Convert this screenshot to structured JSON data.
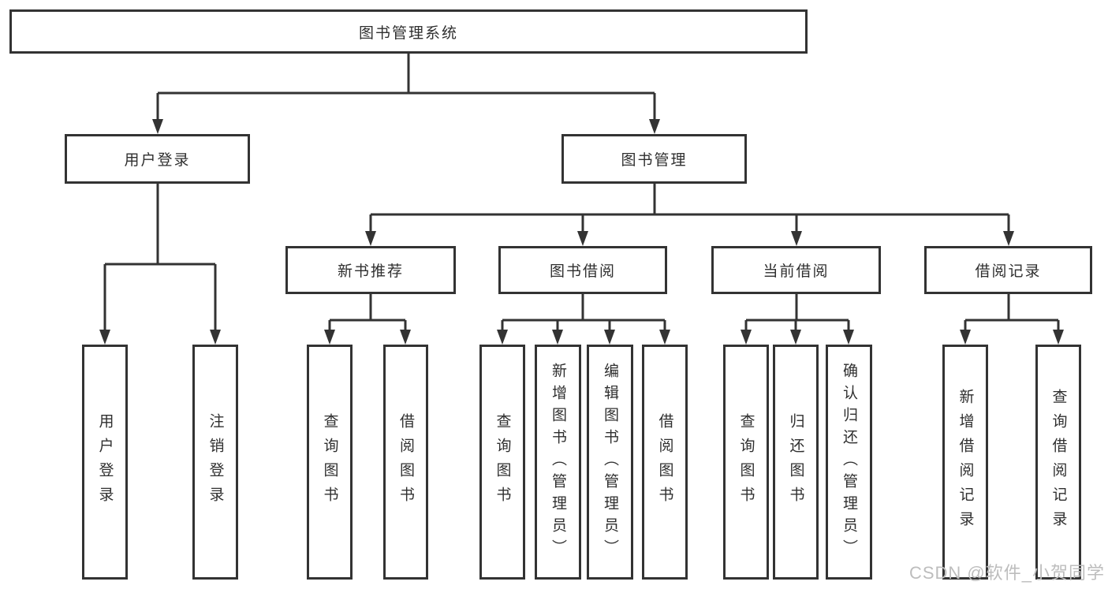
{
  "diagram": {
    "root_label": "图书管理系统",
    "level2": {
      "user_login": "用户登录",
      "book_management": "图书管理"
    },
    "level3": {
      "new_book": "新书推荐",
      "book_borrow": "图书借阅",
      "current_borrow": "当前借阅",
      "borrow_record": "借阅记录"
    },
    "leaves": {
      "user_login": "用户登录",
      "logout": "注销登录",
      "nb_query": "查询图书",
      "nb_borrow": "借阅图书",
      "bb_query": "查询图书",
      "bb_add": "新增图书（管理员）",
      "bb_edit": "编辑图书（管理员）",
      "bb_borrow": "借阅图书",
      "cb_query": "查询图书",
      "cb_return": "归还图书",
      "cb_confirm": "确认归还（管理员）",
      "br_add": "新增借阅记录",
      "br_query": "查询借阅记录"
    },
    "watermark": "CSDN @软件_小贺同学",
    "colors": {
      "line": "#333333",
      "border": "#333333",
      "text": "#2f2f2f",
      "background": "#ffffff",
      "watermark": "#bdbdbd"
    }
  }
}
